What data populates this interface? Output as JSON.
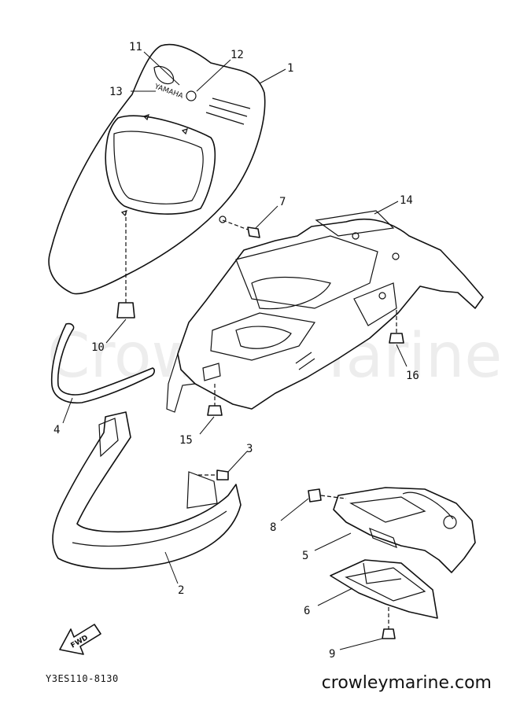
{
  "diagram": {
    "watermark": "CrowleyMarine",
    "diagram_code": "Y3ES110-8130",
    "site": "crowleymarine.com",
    "fwd_label": "FWD",
    "brand_label": "YAMAHA",
    "callouts": [
      "1",
      "2",
      "3",
      "4",
      "5",
      "6",
      "7",
      "8",
      "9",
      "10",
      "11",
      "12",
      "13",
      "14",
      "15",
      "16"
    ]
  }
}
